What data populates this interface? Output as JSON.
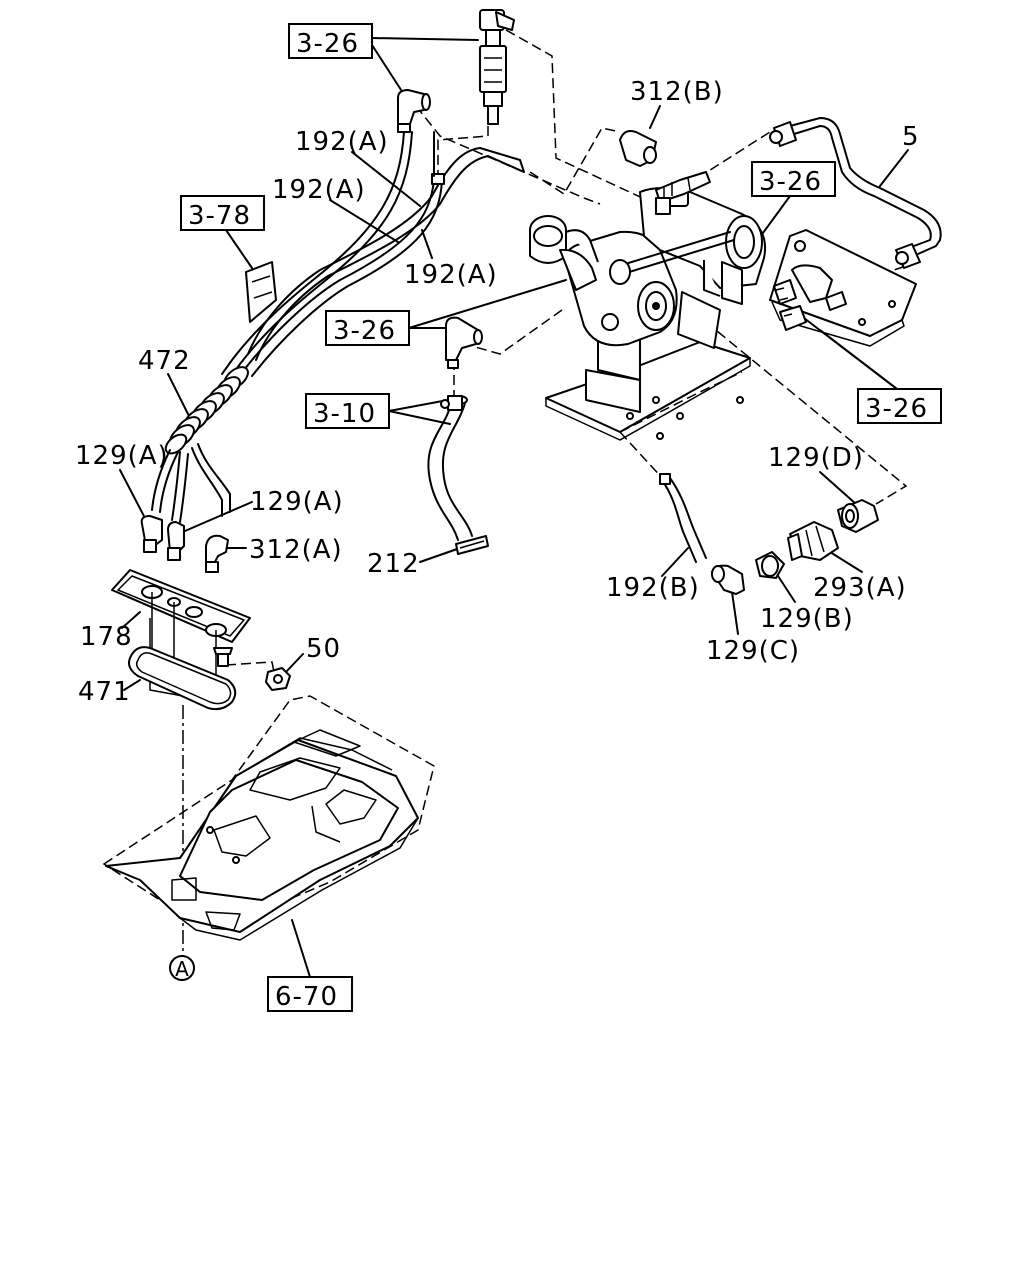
{
  "labels": {
    "ref_3_26_a": "3-26",
    "ref_3_26_b": "3-26",
    "ref_3_26_c": "3-26",
    "ref_3_26_d": "3-26",
    "ref_3_78": "3-78",
    "ref_3_10": "3-10",
    "ref_6_70": "6-70",
    "p192a_1": "192(A)",
    "p192a_2": "192(A)",
    "p192a_3": "192(A)",
    "p192b": "192(B)",
    "p312b": "312(B)",
    "p312a": "312(A)",
    "p5": "5",
    "p472": "472",
    "p129a_1": "129(A)",
    "p129a_2": "129(A)",
    "p129b": "129(B)",
    "p129c": "129(C)",
    "p129d": "129(D)",
    "p293a": "293(A)",
    "p212": "212",
    "p178": "178",
    "p471": "471",
    "p50": "50",
    "circle_a": "A"
  }
}
